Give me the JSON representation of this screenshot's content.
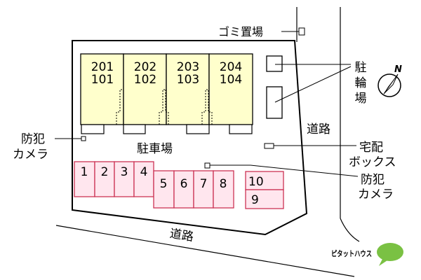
{
  "units": [
    {
      "upper": "201",
      "lower": "101"
    },
    {
      "upper": "202",
      "lower": "102"
    },
    {
      "upper": "203",
      "lower": "103"
    },
    {
      "upper": "204",
      "lower": "104"
    }
  ],
  "parking_spaces": [
    "1",
    "2",
    "3",
    "4",
    "5",
    "6",
    "7",
    "8",
    "10",
    "9"
  ],
  "labels": {
    "garbage": "ゴミ置場",
    "bicycle": [
      "駐",
      "輪",
      "場"
    ],
    "parking_lot": "駐車場",
    "road_right": "道路",
    "road_bottom": "道路",
    "delivery_box": [
      "宅配",
      "ボックス"
    ],
    "camera_left": [
      "防犯",
      "カメラ"
    ],
    "camera_right": [
      "防犯",
      "カメラ"
    ],
    "north": "N",
    "logo": "ピタットハウス"
  },
  "colors": {
    "building_fill": "#ffffcc",
    "parking_fill": "#ffe6ee",
    "parking_stroke": "#cc3355",
    "logo_green": "#7ac143"
  }
}
